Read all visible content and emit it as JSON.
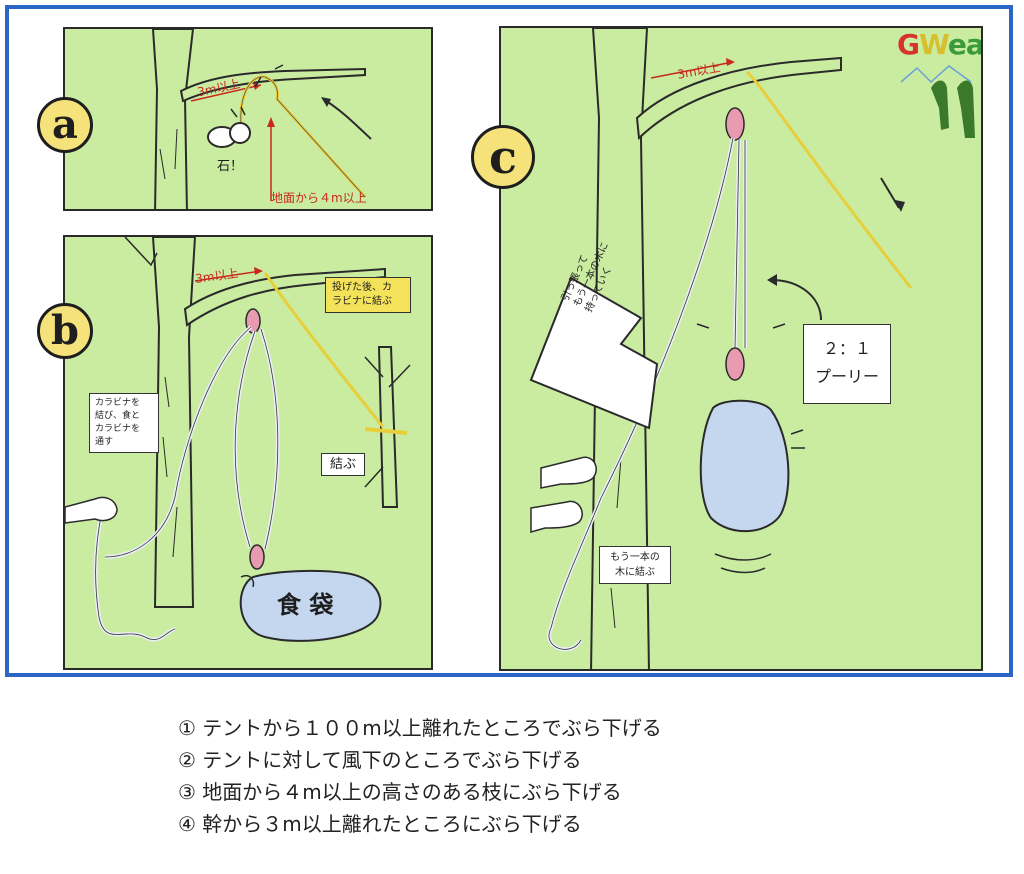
{
  "panels": {
    "a": {
      "badge": "a",
      "height_label": "3m以上",
      "stone_label": "石！",
      "ground_label": "地面から４m以上"
    },
    "b": {
      "badge": "b",
      "height_label": "3m以上",
      "carabiner_note": [
        "カラビナを",
        "結び、食と",
        "カラビナを",
        "通す"
      ],
      "throw_note": [
        "投げた後、カ",
        "ラビナに結ぶ"
      ],
      "tie_label": "結ぶ",
      "bag_label": "食 袋"
    },
    "c": {
      "badge": "c",
      "height_label": "3m以上",
      "logo_g": "G",
      "logo_w": "W",
      "logo_rest": "ear",
      "pull_arrow_text": [
        "引っ張って",
        "もう一本の木に",
        "持っていく"
      ],
      "pulley_label": [
        "２：１",
        "プーリー"
      ],
      "tie_note": [
        "もう一本の",
        "木に結ぶ"
      ]
    }
  },
  "rules": [
    "① テントから１００m以上離れたところでぶら下げる",
    "② テントに対して風下のところでぶら下げる",
    "③ 地面から４m以上の高さのある枝にぶら下げる",
    "④ 幹から３m以上離れたところにぶら下げる"
  ],
  "colors": {
    "frame": "#2b66c4",
    "panel_bg": "#c9eca1",
    "badge": "#f6e27a",
    "rope_yellow": "#e8cf3a",
    "label_red": "#c8281e",
    "bag_blue": "#c5d7ee",
    "logo_red": "#d8322c",
    "logo_green": "#3b9a3a"
  }
}
